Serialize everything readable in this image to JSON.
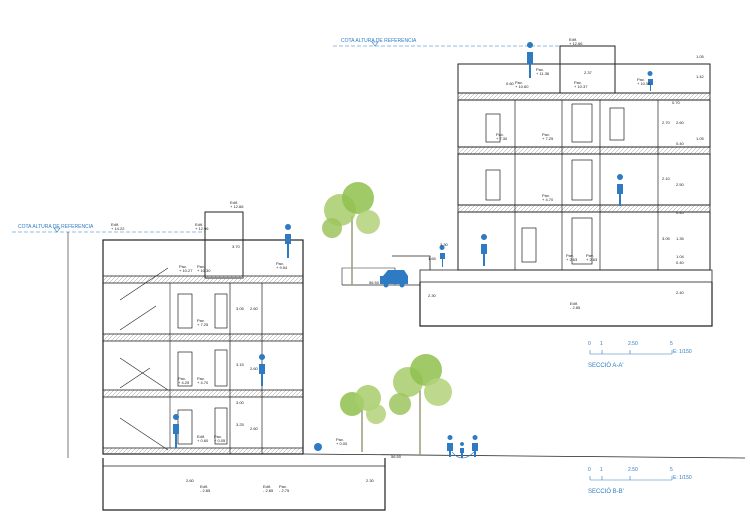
{
  "reference_label": "COTA ALTURA DE REFERENCIA",
  "section_aa": {
    "title": "SECCIÓ A-A'",
    "scale": "E: 1/150",
    "scale_ticks": [
      "0",
      "1",
      "2.50",
      "5"
    ],
    "levels": [
      {
        "label": "Edif.",
        "value": "+ 12.66"
      },
      {
        "label": "Pav.",
        "value": "+ 11.36"
      },
      {
        "label": "Pav.",
        "value": "+ 10.60"
      },
      {
        "label": "Pav.",
        "value": "+ 10.37"
      },
      {
        "label": "Pav.",
        "value": "+ 10.56"
      },
      {
        "label": "Pav.",
        "value": "+ 7.30"
      },
      {
        "label": "Pav.",
        "value": "+ 7.25"
      },
      {
        "label": "Pav.",
        "value": "+ 4.70"
      },
      {
        "label": "Pav.",
        "value": "+ 2.63"
      },
      {
        "label": "Pav.",
        "value": "+ 2.63"
      },
      {
        "label": "Edif.",
        "value": "- 2.85"
      }
    ],
    "dims": [
      "1.05",
      "1.42",
      "2.37",
      "0.60",
      "0.70",
      "2.70",
      "2.60",
      "1.05",
      "0.40",
      "2.10",
      "3.05",
      "1.35",
      "1.04",
      "0.40",
      "2.30",
      "3.30",
      "1.65",
      "2.50",
      "0.40",
      "2.40"
    ],
    "ground_label": "56.50"
  },
  "section_bb": {
    "title": "SECCIÓ B-B'",
    "scale": "E: 1/150",
    "scale_ticks": [
      "0",
      "1",
      "2.50",
      "5"
    ],
    "levels": [
      {
        "label": "Edif.",
        "value": "+ 14.22"
      },
      {
        "label": "Edif.",
        "value": "+ 12.66"
      },
      {
        "label": "Edif.",
        "value": "+ 12.96"
      },
      {
        "label": "Pav.",
        "value": "+ 10.27"
      },
      {
        "label": "Pav.",
        "value": "+ 10.30"
      },
      {
        "label": "Pav.",
        "value": "+ 9.54"
      },
      {
        "label": "Pav.",
        "value": "+ 7.25"
      },
      {
        "label": "Pav.",
        "value": "+ 4.70"
      },
      {
        "label": "Pav.",
        "value": "+ 4.25"
      },
      {
        "label": "Edif.",
        "value": "+ 0.60"
      },
      {
        "label": "Pav.",
        "value": "+ 0.05"
      },
      {
        "label": "Pav.",
        "value": "+ 0.00"
      },
      {
        "label": "Edif.",
        "value": "- 2.85"
      },
      {
        "label": "Edif.",
        "value": "- 2.85"
      },
      {
        "label": "Pav.",
        "value": "- 2.75"
      }
    ],
    "dims": [
      "3.70",
      "3.05",
      "2.60",
      "3.15",
      "2.60",
      "3.00",
      "3.25",
      "2.60",
      "2.60",
      "2.30"
    ],
    "ground_label": "56.50"
  }
}
